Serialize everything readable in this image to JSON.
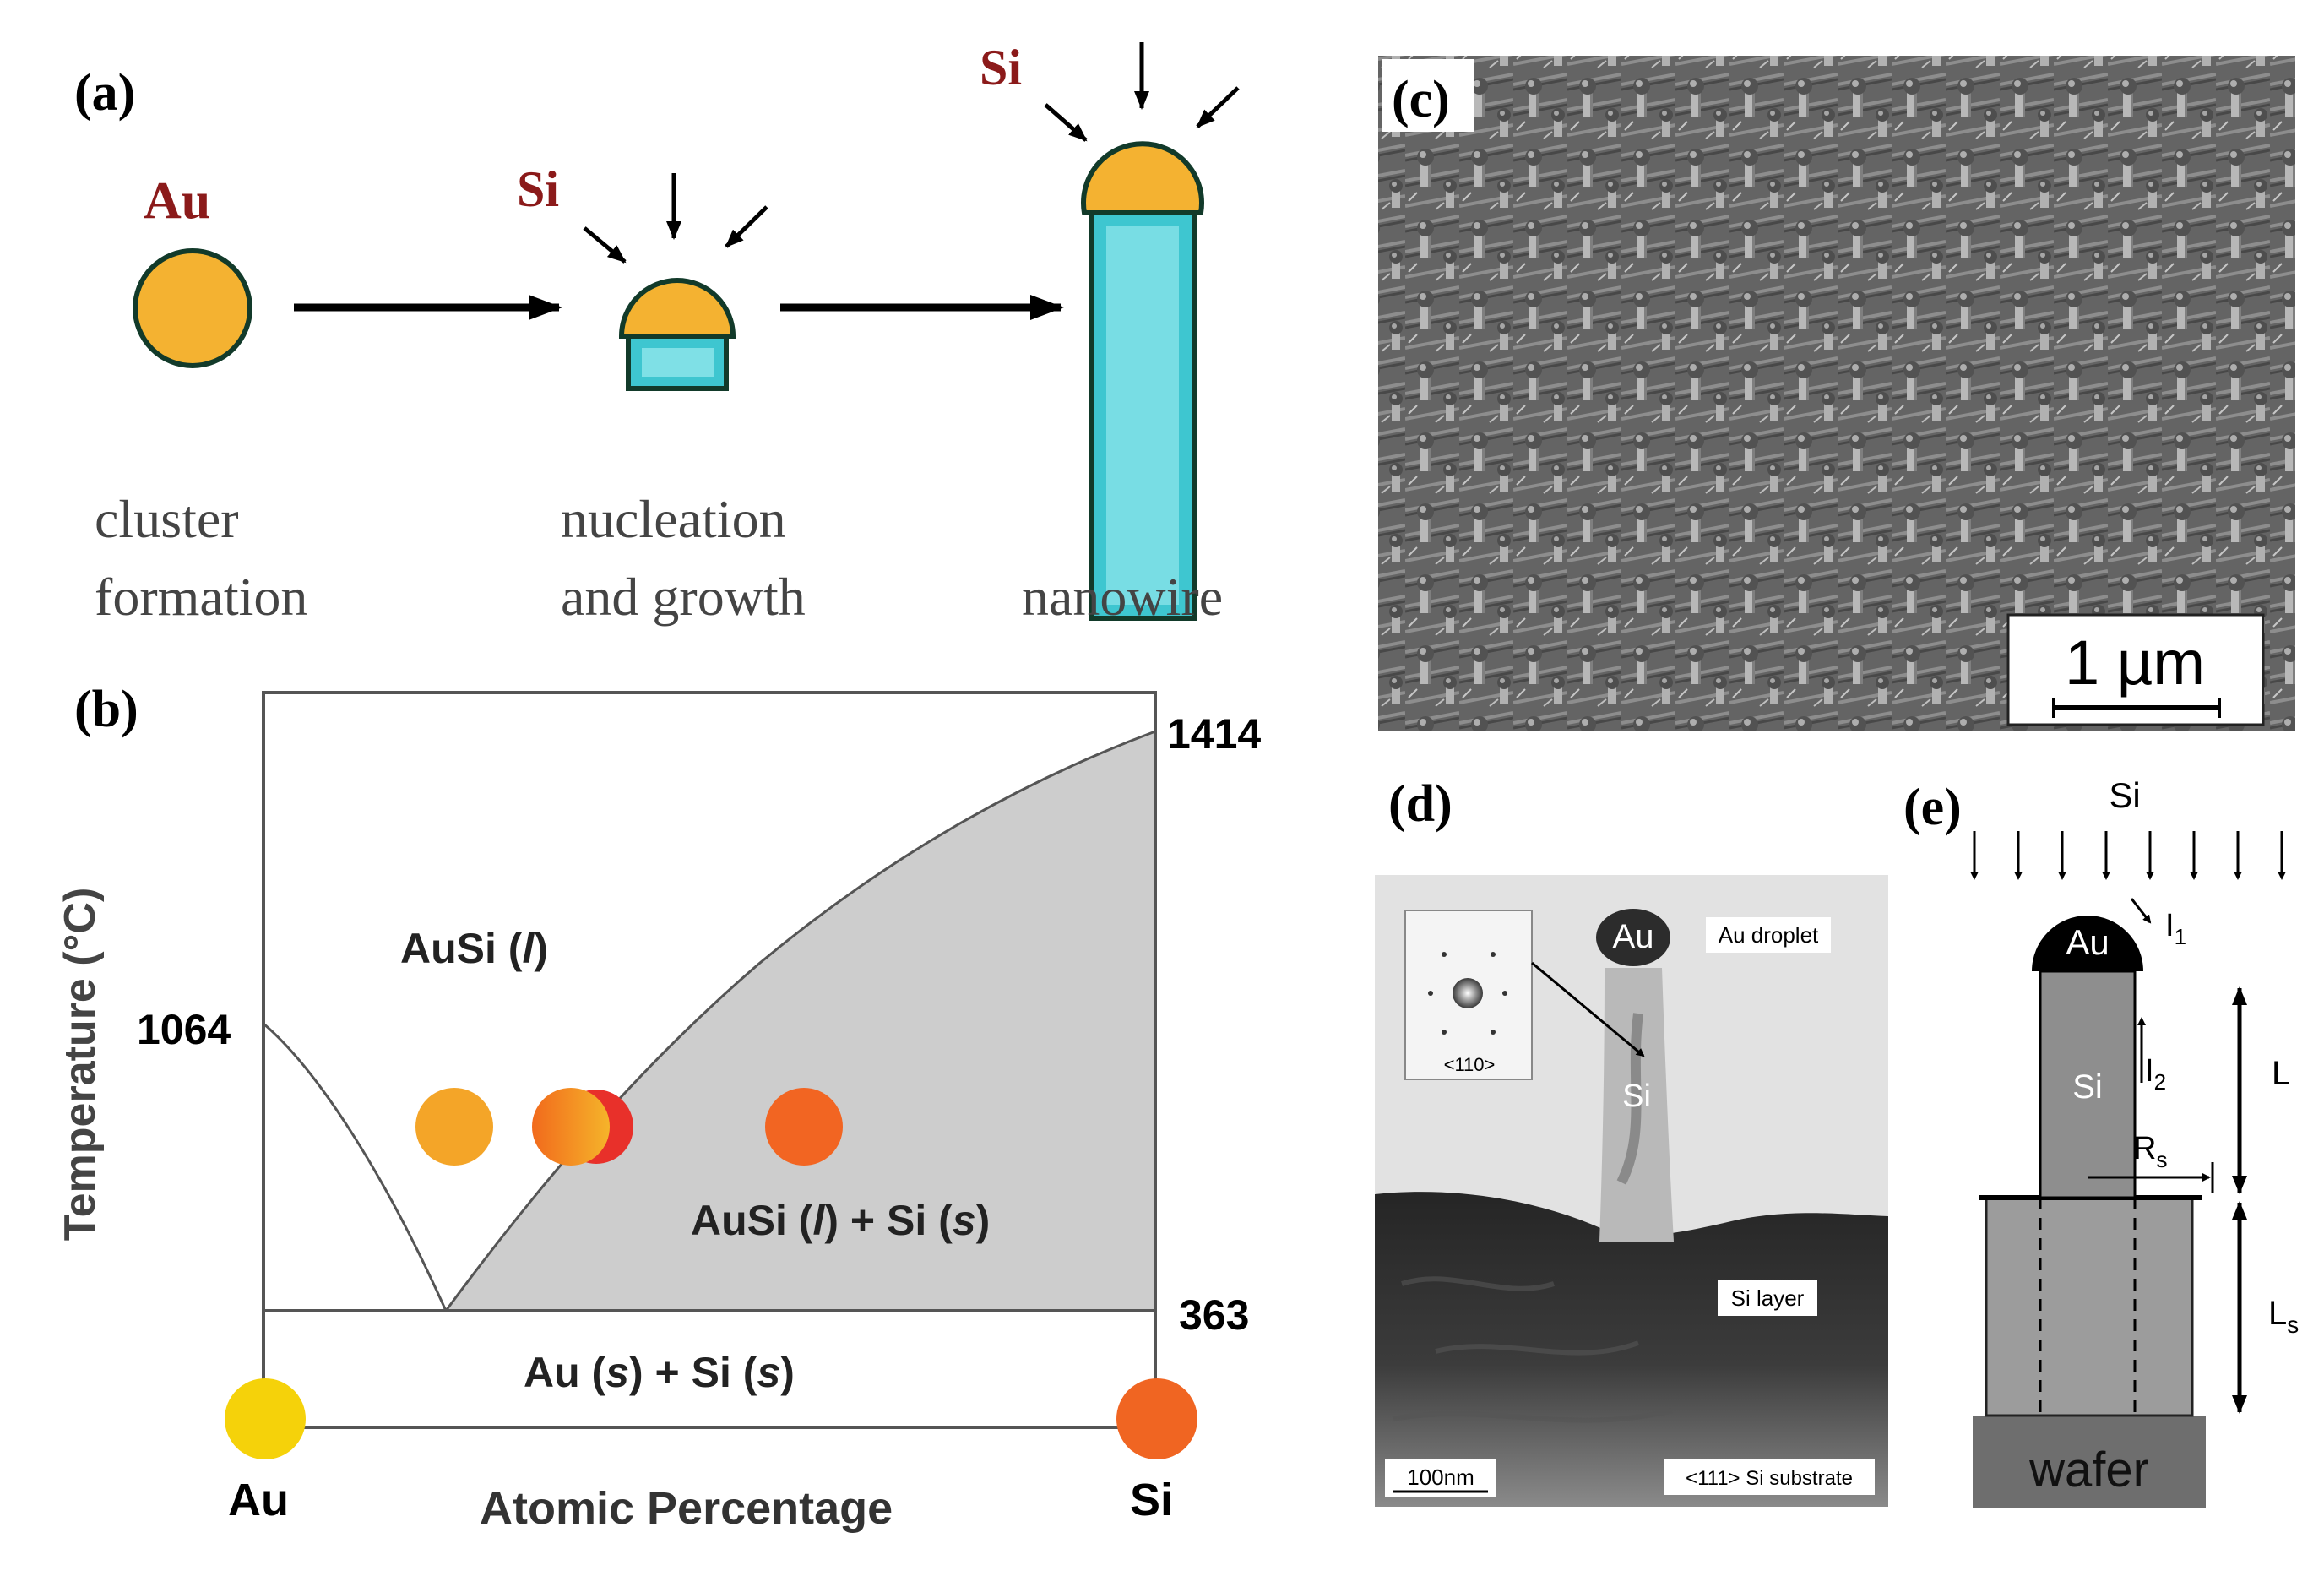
{
  "panel_a": {
    "label": "(a)",
    "au_label": "Au",
    "si_label": "Si",
    "steps": [
      {
        "line1": "cluster",
        "line2": "formation"
      },
      {
        "line1": "nucleation",
        "line2": "and growth"
      },
      {
        "line1": "nanowire",
        "line2": ""
      }
    ]
  },
  "panel_b": {
    "label": "(b)",
    "ylabel": "Temperature (°C)",
    "xlabel": "Atomic Percentage",
    "left_end": "Au",
    "right_end": "Si",
    "t_au": "1064",
    "t_si": "1414",
    "t_eutectic": "363",
    "region_liquid": {
      "main": "AuSi (",
      "italic": "l",
      "tail": ")"
    },
    "region_liquid_solid": {
      "a": "AuSi (",
      "ai": "l",
      "b": ") + Si (",
      "bi": "s",
      "c": ")"
    },
    "region_solid": {
      "a": "Au (",
      "ai": "s",
      "b": ") + Si (",
      "bi": "s",
      "c": ")"
    }
  },
  "panel_c": {
    "label": "(c)",
    "scale": "1 µm"
  },
  "panel_d": {
    "label": "(d)",
    "au": "Au",
    "si": "Si",
    "au_droplet": "Au droplet",
    "si_layer": "Si layer",
    "substrate": "<111> Si substrate",
    "inset_dir": "<110>",
    "scalebar": "100nm"
  },
  "panel_e": {
    "label": "(e)",
    "si_flux": "Si",
    "au": "Au",
    "si": "Si",
    "wafer": "wafer",
    "i1": "I",
    "i1_sub": "1",
    "i2": "I",
    "i2_sub": "2",
    "rs": "R",
    "rs_sub": "s",
    "l": "L",
    "ls": "L",
    "ls_sub": "s"
  },
  "colors": {
    "gold": "#F4B231",
    "cyan": "#3EC6D0",
    "outline": "#123a2a",
    "darkred": "#8B1A1A",
    "gray_region": "#cdcdcd",
    "au_marker": "#F5D20A",
    "si_marker": "#F06522"
  }
}
